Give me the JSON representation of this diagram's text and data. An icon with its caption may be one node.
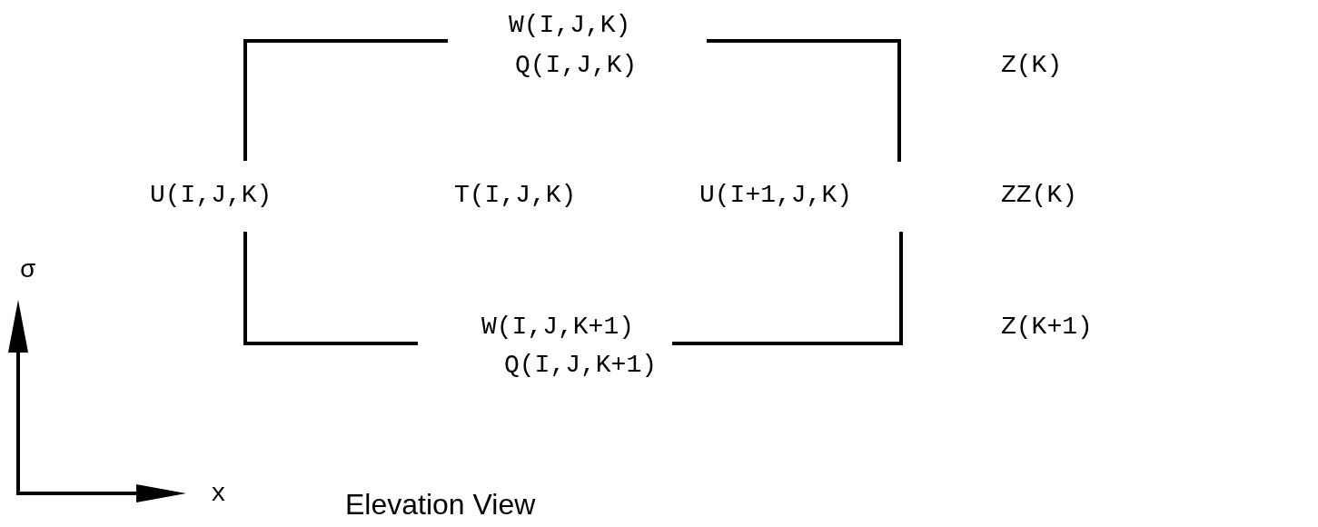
{
  "diagram": {
    "caption": "Elevation View",
    "labels": [
      "W(I,J,K)",
      "Q(I,J,K)",
      "Z(K)",
      "U(I,J,K)",
      "T(I,J,K)",
      "U(I+1,J,K)",
      "ZZ(K)",
      "σ",
      "W(I,J,K+1)",
      "Z(K+1)",
      "Q(I,J,K+1)",
      "x"
    ]
  }
}
